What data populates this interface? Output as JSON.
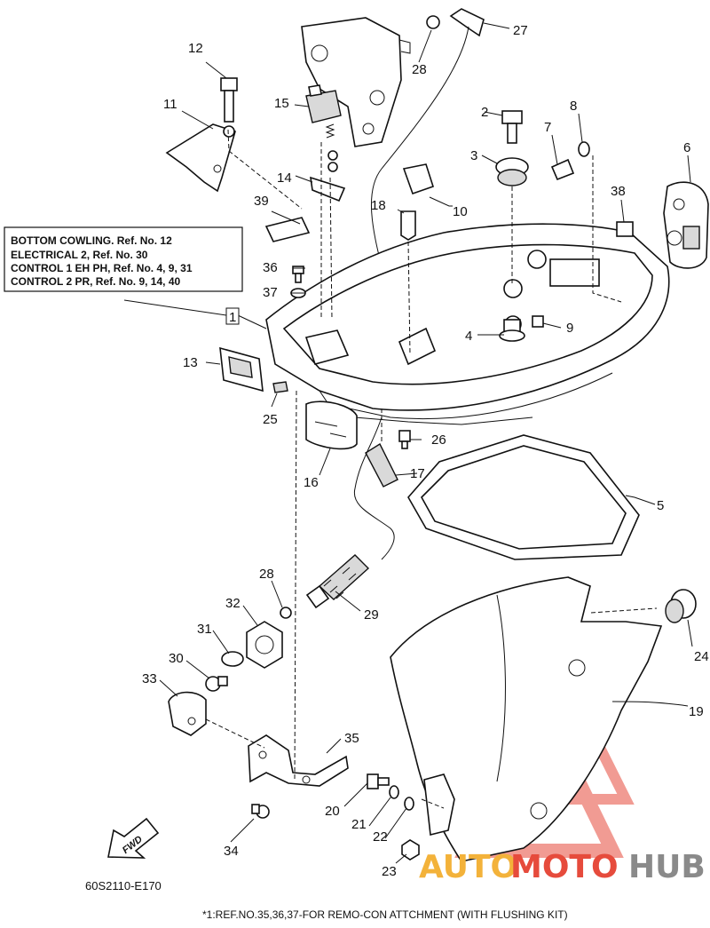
{
  "diagram": {
    "callouts": {
      "c1": "1",
      "c2": "2",
      "c3": "3",
      "c4": "4",
      "c5": "5",
      "c6": "6",
      "c7": "7",
      "c8": "8",
      "c9": "9",
      "c10": "10",
      "c11": "11",
      "c12": "12",
      "c13": "13",
      "c14": "14",
      "c15": "15",
      "c16": "16",
      "c17": "17",
      "c18": "18",
      "c19": "19",
      "c20": "20",
      "c21": "21",
      "c22": "22",
      "c23": "23",
      "c24": "24",
      "c25": "25",
      "c26": "26",
      "c27": "27",
      "c28a": "28",
      "c28b": "28",
      "c29": "29",
      "c30": "30",
      "c31": "31",
      "c32": "32",
      "c33": "33",
      "c34": "34",
      "c35": "35",
      "c36": "36",
      "c37": "37",
      "c38": "38",
      "c39": "39"
    },
    "reference_box": {
      "line1": "BOTTOM COWLING. Ref. No. 12",
      "line2": "ELECTRICAL 2,  Ref. No. 30",
      "line3": "CONTROL 1 EH PH, Ref. No. 4, 9, 31",
      "line4": "CONTROL 2 PR,  Ref. No. 9, 14, 40"
    },
    "fwd_label": "FWD",
    "diagram_code": "60S2110-E170",
    "footnote": "*1:REF.NO.35,36,37-FOR REMO-CON ATTCHMENT (WITH FLUSHING KIT)",
    "watermark": {
      "part1": "AUTO",
      "part2": "MOTO",
      "part3": "HUB",
      "colors": {
        "auto": "#f3b23a",
        "moto": "#e64b3c",
        "hub": "#8a8a8a"
      }
    }
  }
}
